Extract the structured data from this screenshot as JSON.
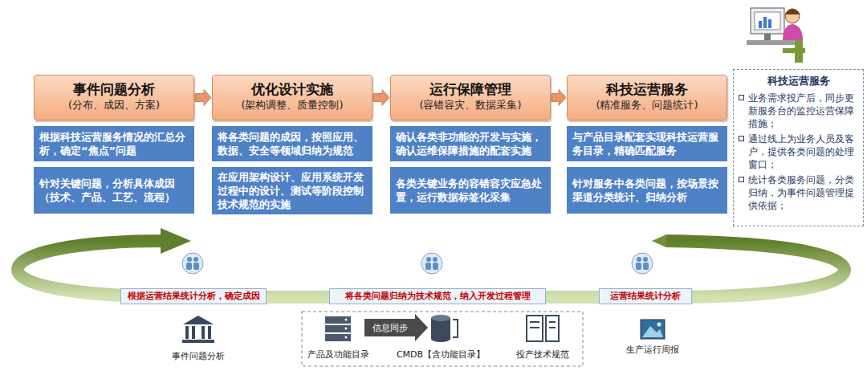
{
  "diagram": {
    "nodes": [
      {
        "text": [
          "事件问题分析",
          "(分布、成因、方案)"
        ]
      },
      {
        "text": [
          "根据科技运营服务情况的汇总分析，确定“焦点”问题"
        ]
      },
      {
        "text": [
          "针对关键问题，分析具体成因（技术、产品、工艺、流程）"
        ]
      },
      {
        "text": [
          "优化设计实施",
          "(架构调整、质量控制)"
        ]
      },
      {
        "text": [
          "将各类问题的成因，按照应用、数据、安全等领域归纳为规范"
        ]
      },
      {
        "text": [
          "在应用架构设计、应用系统开发过程中的设计、测试等阶段控制技术规范的实施"
        ]
      },
      {
        "text": [
          "运行保障管理",
          "(容错容灾、数据采集)"
        ]
      },
      {
        "text": [
          "确认各类非功能的开发与实施，确认运维保障措施的配套实施"
        ]
      },
      {
        "text": [
          "各类关键业务的容错容灾应急处置，运行数据标签化采集"
        ]
      },
      {
        "text": [
          "科技运营服务",
          "(精准服务、问题统计)"
        ]
      },
      {
        "text": [
          "与产品目录配套实现科技运营服务目录，精确匹配服务"
        ]
      },
      {
        "text": [
          "针对服务中各类问题，按场景按渠道分类统计、归纳分析"
        ]
      },
      {
        "text": [
          "科技运营服务",
          "业务需求投产后，同步更新服务台的监控运营保障措施；",
          "通过线上为业务人员及客户，提供各类问题的处理窗口；",
          "统计各类服务问题，分类归纳，为事件问题管理提供依据；"
        ]
      },
      {
        "text": [
          "根据运营结果统计分析，确定成因"
        ]
      },
      {
        "text": [
          "将各类问题归纳为技术规范，纳入开发过程管理"
        ]
      },
      {
        "text": [
          "运营结果统计分析"
        ]
      }
    ],
    "edges": [
      {
        "from": 0,
        "to": 3,
        "arrow": "to"
      },
      {
        "from": 3,
        "to": 6,
        "arrow": "to"
      },
      {
        "from": 6,
        "to": 9,
        "arrow": "to"
      }
    ],
    "labels": [
      "事件问题分析",
      "产品及功能目录",
      "信息同步",
      "CMDB【含功能目录】",
      "投产技术规范",
      "生产运行周报"
    ]
  }
}
